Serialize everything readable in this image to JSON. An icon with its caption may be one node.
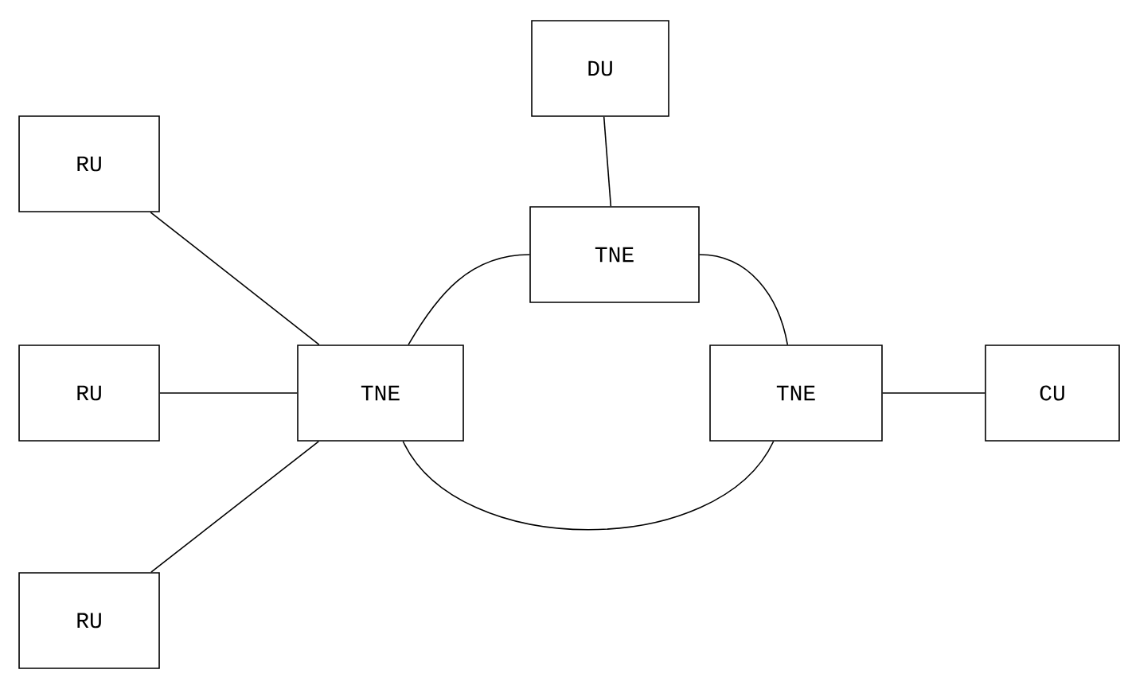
{
  "diagram": {
    "nodes": [
      {
        "text": [
          "DU"
        ]
      },
      {
        "text": [
          "RU"
        ]
      },
      {
        "text": [
          "TNE"
        ]
      },
      {
        "text": [
          "RU"
        ]
      },
      {
        "text": [
          "TNE"
        ]
      },
      {
        "text": [
          "TNE"
        ]
      },
      {
        "text": [
          "CU"
        ]
      },
      {
        "text": [
          "RU"
        ]
      }
    ],
    "edges": [
      {
        "from": 0,
        "to": 2,
        "arrow": "none"
      },
      {
        "from": 1,
        "to": 4,
        "arrow": "none"
      },
      {
        "from": 3,
        "to": 4,
        "arrow": "none"
      },
      {
        "from": 4,
        "to": 2,
        "arrow": "none"
      },
      {
        "from": 2,
        "to": 5,
        "arrow": "none"
      },
      {
        "from": 4,
        "to": 5,
        "arrow": "none"
      },
      {
        "from": 5,
        "to": 6,
        "arrow": "none"
      },
      {
        "from": 7,
        "to": 4,
        "arrow": "none"
      }
    ]
  }
}
